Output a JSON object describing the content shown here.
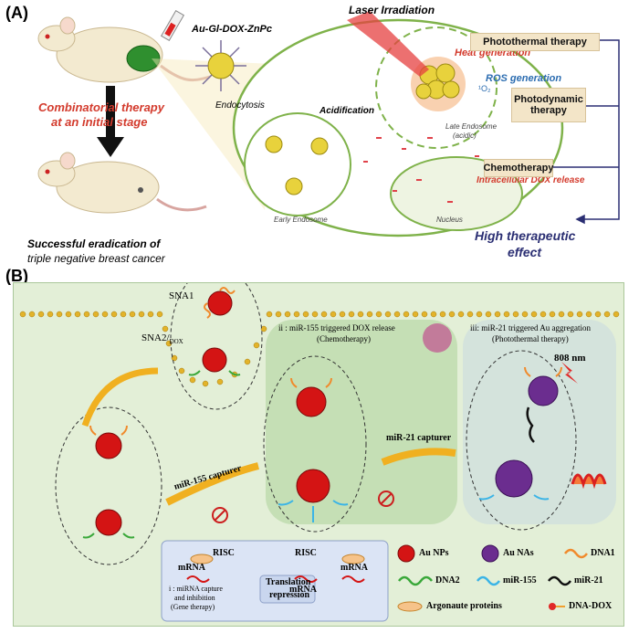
{
  "panelA": {
    "label": "(A)",
    "laser": "Laser Irradiation",
    "agent": "Au-Gl-DOX-ZnPc",
    "endocytosis": "Endocytosis",
    "acidification": "Acidification",
    "heat": "Heat generation",
    "ros": "ROS generation",
    "o2": "¹O₂",
    "late_endosome_1": "Late Endosome",
    "late_endosome_2": "(acidic)",
    "early_endosome": "Early Endosome",
    "nucleus": "Nucleus",
    "dox_release": "Intracellular DOX release",
    "photothermal": "Photothermal therapy",
    "photodynamic_1": "Photodynamic",
    "photodynamic_2": "therapy",
    "chemotherapy": "Chemotherapy",
    "combo_1": "Combinatorial therapy",
    "combo_2": "at an initial stage",
    "success_1": "Successful eradication of",
    "success_2": "triple negative breast cancer",
    "high_1": "High therapeutic",
    "high_2": "effect"
  },
  "panelB": {
    "label": "(B)",
    "sna1": "SNA1",
    "sna2": "SNA2/",
    "sna2_sub": "DOX",
    "step2_1": "ii : miR-155 triggered DOX release",
    "step2_2": "(Chemotherapy)",
    "step3_1": "iii: miR-21 triggered Au aggregation",
    "step3_2": "(Photothermal therapy)",
    "laser_nm": "808 nm",
    "mir155_capturer": "miR-155 capturer",
    "mir21_capturer": "miR-21 capturer",
    "risc_1": "RISC",
    "risc_2": "RISC",
    "mrna_1": "mRNA",
    "mrna_2": "mRNA",
    "mrna_3": "mRNA",
    "step1_1": "i : miRNA capture",
    "step1_2": "and inhibition",
    "step1_3": "(Gene therapy)",
    "translation_1": "Translation",
    "translation_2": "repression",
    "legend": {
      "au_nps": "Au NPs",
      "au_nas": "Au NAs",
      "dna1": "DNA1",
      "dna2": "DNA2",
      "mir155": "miR-155",
      "mir21": "miR-21",
      "argonaute": "Argonaute proteins",
      "dna_dox": "DNA-DOX"
    }
  },
  "colors": {
    "red_text": "#d33a2c",
    "blue_text": "#2b6cb0",
    "navy": "#2b2f73",
    "box_fill": "#f3e5c8",
    "cell_green": "#7fb24a",
    "au_np": "#d41414",
    "au_na": "#6b2d8f",
    "dna1": "#f08a2c",
    "dna2": "#3aa83a",
    "mir155": "#3bb4e6",
    "mir21": "#111111",
    "panel_b_bg": "#e3efd7"
  }
}
